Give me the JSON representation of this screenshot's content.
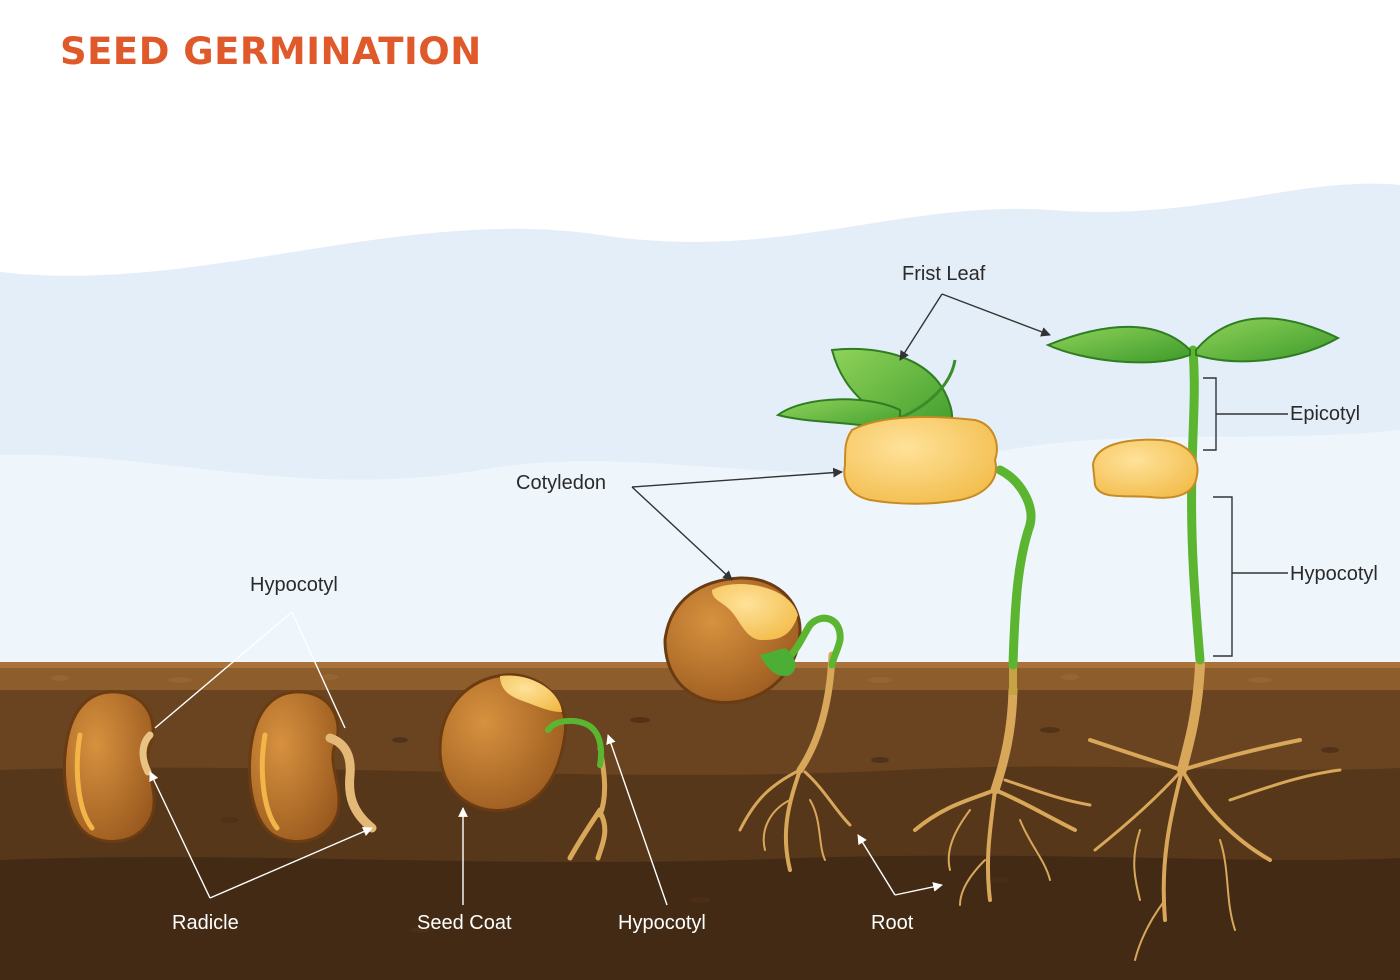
{
  "title": "SEED GERMINATION",
  "labels": {
    "hypocotyl_1": "Hypocotyl",
    "radicle": "Radicle",
    "seed_coat": "Seed Coat",
    "hypocotyl_2": "Hypocotyl",
    "cotyledon": "Cotyledon",
    "first_leaf": "Frist Leaf",
    "root": "Root",
    "epicotyl": "Epicotyl",
    "hypocotyl_3": "Hypocotyl"
  },
  "colors": {
    "title": "#e0592a",
    "sky_far": "#e3eef8",
    "sky_near": "#eaf4fb",
    "soil_top": "#7a5024",
    "soil_mid": "#5e3d1c",
    "soil_deep": "#3f2815",
    "seed_coat": "#b6702a",
    "cotyledon": "#f7c85a",
    "stem": "#5bb531",
    "leaf": "#4cae34",
    "root": "#d8a75a"
  }
}
